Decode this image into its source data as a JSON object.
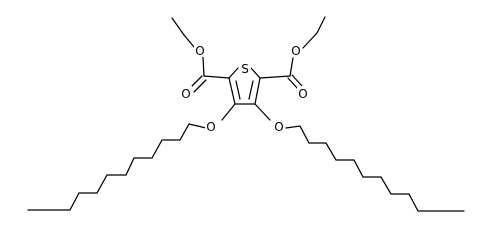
{
  "structure": {
    "atoms": {
      "sulfur": "S",
      "ester_left_carbonyl_o": "O",
      "ester_left_ether_o": "O",
      "ester_right_carbonyl_o": "O",
      "ester_right_ether_o": "O",
      "alkoxy_left_o": "O",
      "alkoxy_right_o": "O"
    }
  },
  "colors": {
    "bond": "#000000",
    "background": "#ffffff"
  }
}
